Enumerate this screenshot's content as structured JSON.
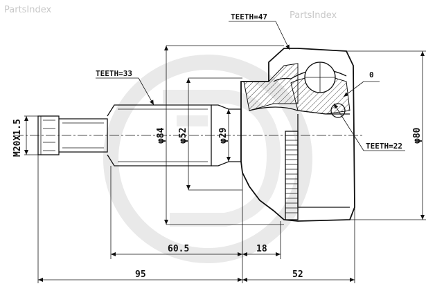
{
  "watermark": {
    "left": "PartsIndex",
    "right": "PartsIndex",
    "ring_color": "#e6e6e6"
  },
  "labels": {
    "teeth_outer": "TEETH=47",
    "teeth_shaft": "TEETH=33",
    "teeth_inner": "TEETH=22",
    "angle_zero": "0",
    "thread": "M20X1.5",
    "dia_84": "φ84",
    "dia_52": "φ52",
    "dia_29": "φ29",
    "dia_80": "φ80",
    "len_60_5": "60.5",
    "len_18": "18",
    "len_95": "95",
    "len_52": "52"
  }
}
